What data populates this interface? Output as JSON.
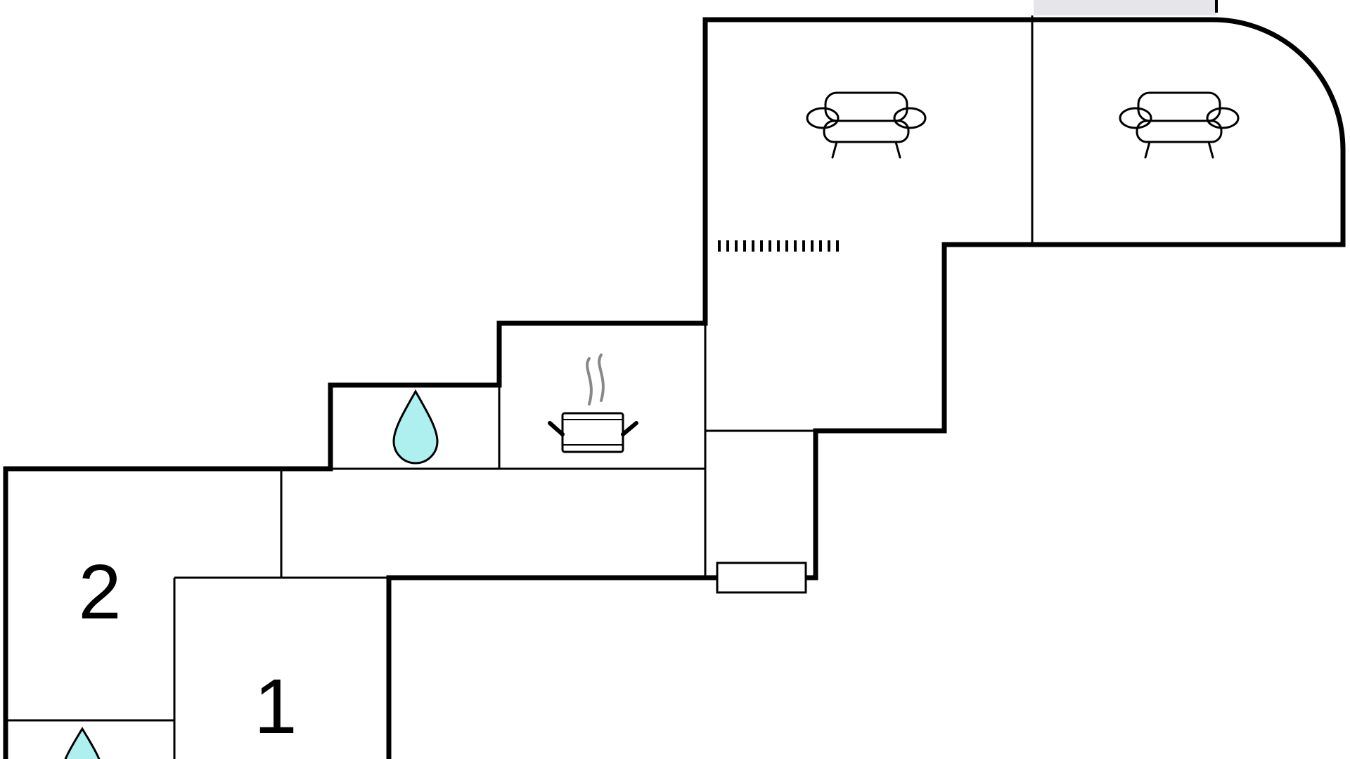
{
  "floorplan": {
    "rooms": [
      {
        "id": "bedroom-2",
        "label": "2"
      },
      {
        "id": "bedroom-1",
        "label": "1"
      }
    ],
    "icons": {
      "sofa": "sofa-icon",
      "water": "water-drop-icon",
      "kitchen": "cooking-pot-icon",
      "stairs": "stairs-icon",
      "radiator": "radiator-icon"
    },
    "colors": {
      "wall": "#000000",
      "water": "#aef0f0",
      "steam": "#888888",
      "door_gap": "#e6e6ea"
    }
  }
}
